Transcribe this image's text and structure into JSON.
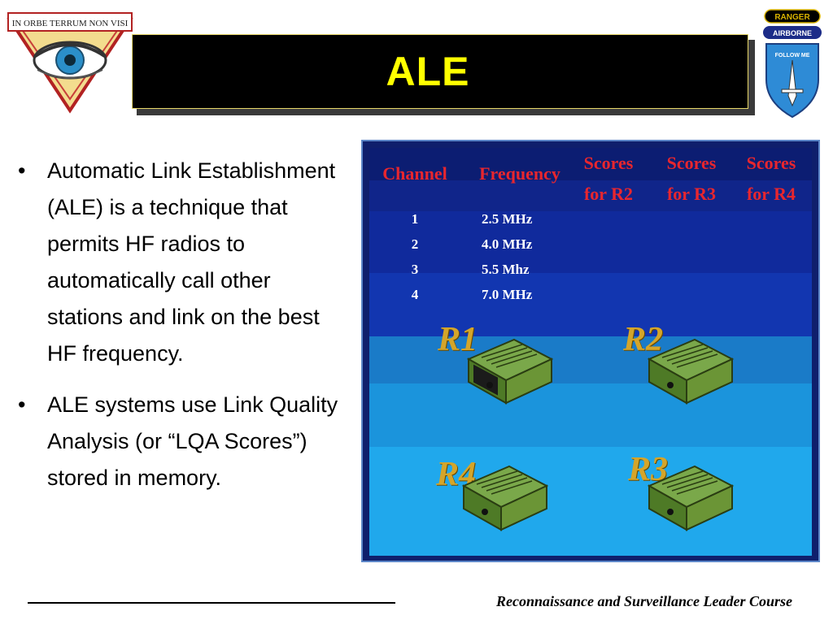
{
  "logo_left": {
    "ring_text": "IN ORBE TERRUM NON VISI",
    "icon": "eye-emblem-icon",
    "colors": {
      "frame": "#b22222",
      "fill": "#f3dc8e",
      "eye": "#2b8fc9"
    }
  },
  "title": {
    "text": "ALE",
    "color": "#ffff00"
  },
  "logo_right": {
    "tab_top": "RANGER",
    "tab_bottom": "AIRBORNE",
    "shield_text": "FOLLOW ME",
    "icon": "follow-me-shield-icon"
  },
  "bullets": [
    "Automatic Link Establishment (ALE) is a technique that permits HF radios to automatically call other stations and link on the best HF frequency.",
    "ALE systems use  Link Quality Analysis (or “LQA Scores”) stored in memory."
  ],
  "table": {
    "headers": {
      "channel": "Channel",
      "frequency": "Frequency",
      "r2": "Scores for R2",
      "r3": "Scores for R3",
      "r4": "Scores for R4"
    },
    "rows": [
      {
        "channel": "1",
        "frequency": "2.5 MHz"
      },
      {
        "channel": "2",
        "frequency": "4.0 MHz"
      },
      {
        "channel": "3",
        "frequency": "5.5 Mhz"
      },
      {
        "channel": "4",
        "frequency": "7.0 MHz"
      }
    ]
  },
  "radios": {
    "r1": "R1",
    "r2": "R2",
    "r3": "R3",
    "r4": "R4",
    "icon": "hf-radio-icon"
  },
  "footer": {
    "text": "Reconnaissance and Surveillance Leader Course"
  }
}
